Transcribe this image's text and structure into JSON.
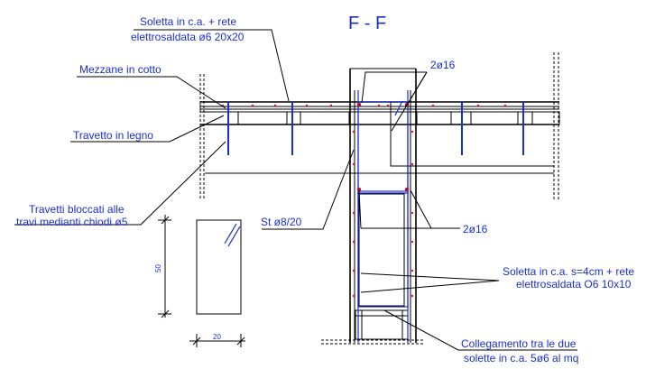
{
  "drawing": {
    "title": "F - F",
    "labels": {
      "soletta_rete_1": "Soletta in c.a. + rete",
      "soletta_rete_2": "elettrosaldata ø6 20x20",
      "mezzane": "Mezzane in cotto",
      "travetto": "Travetto in legno",
      "travetti_bloccati_1": "Travetti bloccati alle",
      "travetti_bloccati_2": "travi medianti chiodi ø5",
      "staffe": "St ø8/20",
      "barre_sup": "2ø16",
      "barre_inf": "2ø16",
      "soletta_s4_1": "Soletta in c.a. s=4cm + rete",
      "soletta_s4_2": "elettrosaldata O6 10x10",
      "collegamento_1": "Collegamento tra le due",
      "collegamento_2": "solette in c.a. 5ø6 al mq"
    },
    "dimensions": {
      "height": "50",
      "width": "20"
    }
  },
  "colors": {
    "annotation": "#1a2fd0",
    "rebar_dots": "#e0102a",
    "linework": "#000000"
  }
}
